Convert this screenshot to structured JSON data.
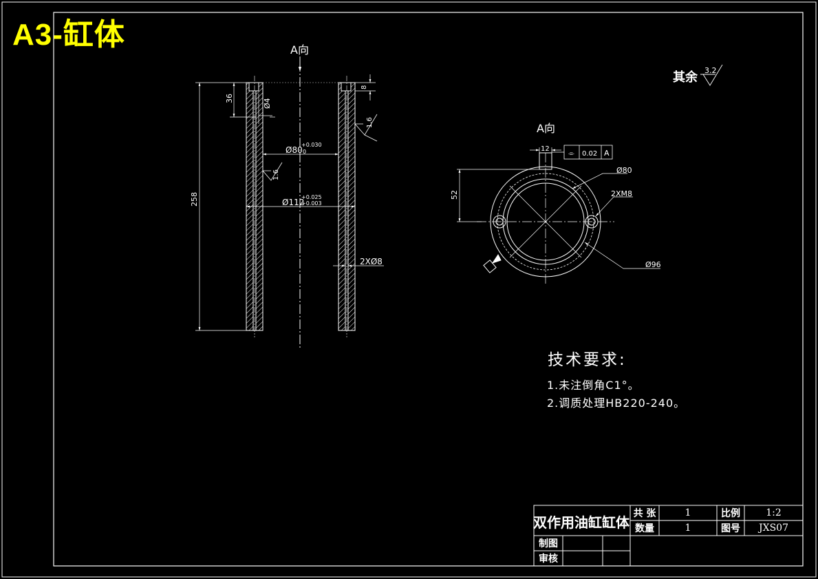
{
  "sheet": {
    "title": "A3-缸体"
  },
  "roughness_note": {
    "prefix": "其余",
    "value": "3.2"
  },
  "front_view": {
    "view_arrow_label": "A向",
    "dims": {
      "height_total": "258",
      "height_top": "36",
      "port_dia": "Ø4",
      "top_small": "8",
      "bore": "Ø80",
      "bore_tol_upper": "+0.030",
      "bore_tol_lower": "0",
      "outer": "Ø112",
      "outer_tol_upper": "+0.025",
      "outer_tol_lower": "+0.003",
      "holes": "2XØ8",
      "rough_outer": "1.6",
      "rough_inner": "1.6"
    }
  },
  "end_view": {
    "title": "A向",
    "dims": {
      "slot_width": "12",
      "tol_symbol": "⌯",
      "tol_value": "0.02",
      "tol_datum": "A",
      "dia_inner": "Ø80",
      "thread": "2XM8",
      "offset": "52",
      "dia_outer": "Ø96"
    }
  },
  "tech_requirements": {
    "heading": "技术要求:",
    "items": [
      "1.未注倒角C1°。",
      "2.调质处理HB220-240。"
    ]
  },
  "title_block": {
    "part_name": "双作用油缸缸体",
    "sheets_label": "共 张",
    "sheets_value": "1",
    "scale_label": "比例",
    "scale_value": "1:2",
    "qty_label": "数量",
    "qty_value": "1",
    "drawing_no_label": "图号",
    "drawing_no_value": "JXS07",
    "drawn_label": "制图",
    "checked_label": "审核"
  }
}
